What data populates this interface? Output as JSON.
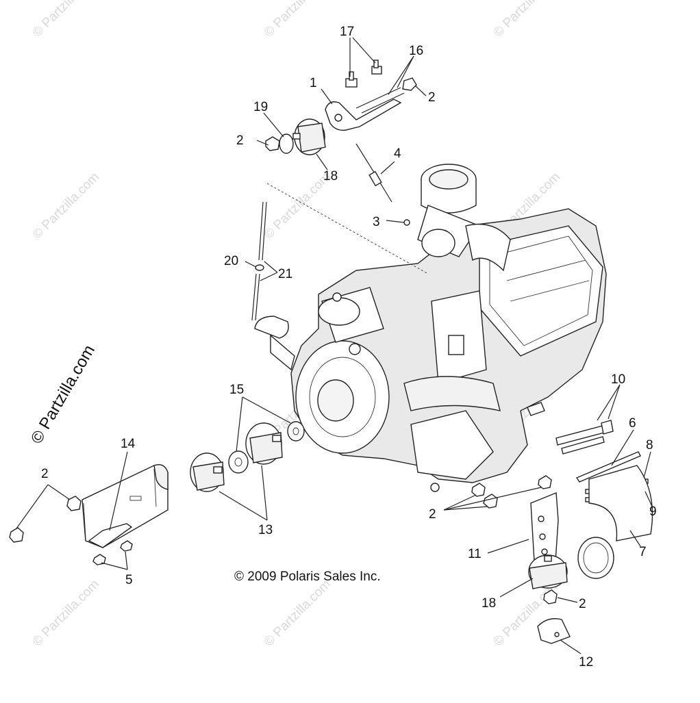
{
  "watermark_text": "© Partzilla.com",
  "side_watermark_text": "© Partzilla.com",
  "copyright": "© 2009 Polaris Sales Inc.",
  "callouts": [
    "1",
    "2",
    "3",
    "4",
    "5",
    "6",
    "7",
    "8",
    "9",
    "10",
    "11",
    "12",
    "13",
    "14",
    "15",
    "16",
    "17",
    "18",
    "19",
    "20",
    "21"
  ]
}
